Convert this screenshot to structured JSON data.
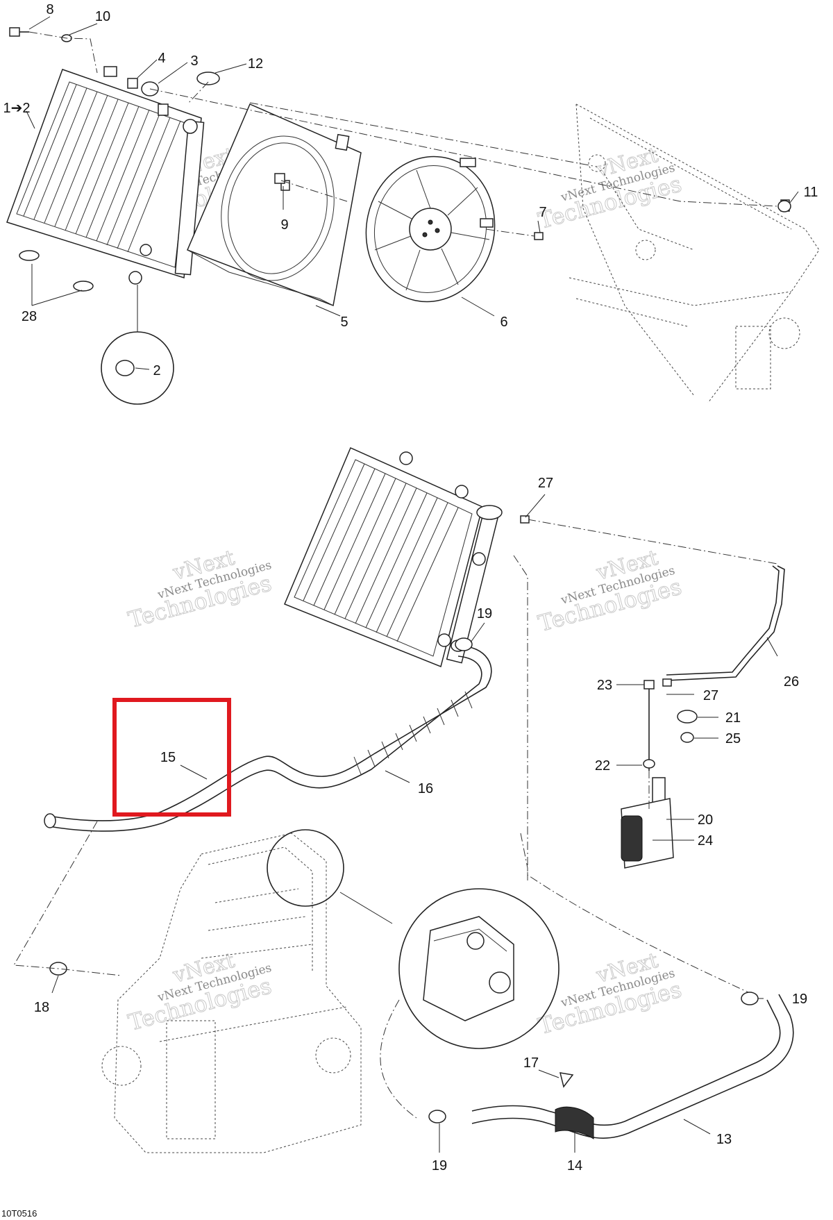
{
  "document_code": "10T0516",
  "watermark": {
    "line1": "vNext",
    "line2": "Technologies",
    "small": "vNext Technologies"
  },
  "highlight": {
    "label": "15",
    "color": "#e0191f"
  },
  "callouts": [
    {
      "id": "c8",
      "label": "8"
    },
    {
      "id": "c10",
      "label": "10"
    },
    {
      "id": "c4",
      "label": "4"
    },
    {
      "id": "c3",
      "label": "3"
    },
    {
      "id": "c12",
      "label": "12"
    },
    {
      "id": "c1to2",
      "label": "1➔2"
    },
    {
      "id": "c9",
      "label": "9"
    },
    {
      "id": "c7",
      "label": "7"
    },
    {
      "id": "c11",
      "label": "11"
    },
    {
      "id": "c28",
      "label": "28"
    },
    {
      "id": "c5",
      "label": "5"
    },
    {
      "id": "c6",
      "label": "6"
    },
    {
      "id": "c2",
      "label": "2"
    },
    {
      "id": "c27a",
      "label": "27"
    },
    {
      "id": "c19a",
      "label": "19"
    },
    {
      "id": "c23",
      "label": "23"
    },
    {
      "id": "c27b",
      "label": "27"
    },
    {
      "id": "c26",
      "label": "26"
    },
    {
      "id": "c21",
      "label": "21"
    },
    {
      "id": "c25",
      "label": "25"
    },
    {
      "id": "c22",
      "label": "22"
    },
    {
      "id": "c15",
      "label": "15"
    },
    {
      "id": "c16",
      "label": "16"
    },
    {
      "id": "c20",
      "label": "20"
    },
    {
      "id": "c24",
      "label": "24"
    },
    {
      "id": "c18",
      "label": "18"
    },
    {
      "id": "c19b",
      "label": "19"
    },
    {
      "id": "c17",
      "label": "17"
    },
    {
      "id": "c19c",
      "label": "19"
    },
    {
      "id": "c14",
      "label": "14"
    },
    {
      "id": "c13",
      "label": "13"
    }
  ]
}
